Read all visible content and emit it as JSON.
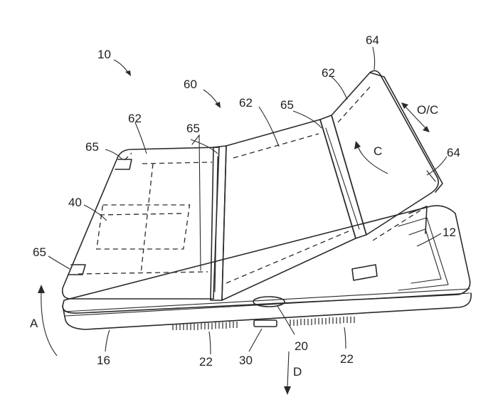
{
  "labels": {
    "ref_10": "10",
    "ref_60": "60",
    "ref_64_top": "64",
    "ref_62_top": "62",
    "ref_62_mid": "62",
    "ref_65_mid": "65",
    "ref_oc": "O/C",
    "ref_c": "C",
    "ref_64_right": "64",
    "ref_62_left": "62",
    "ref_65_left_top": "65",
    "ref_65_center": "65",
    "ref_40": "40",
    "ref_65_left_bottom": "65",
    "ref_12": "12",
    "ref_a": "A",
    "ref_16": "16",
    "ref_22_left": "22",
    "ref_30": "30",
    "ref_20": "20",
    "ref_22_right": "22",
    "ref_d": "D"
  }
}
